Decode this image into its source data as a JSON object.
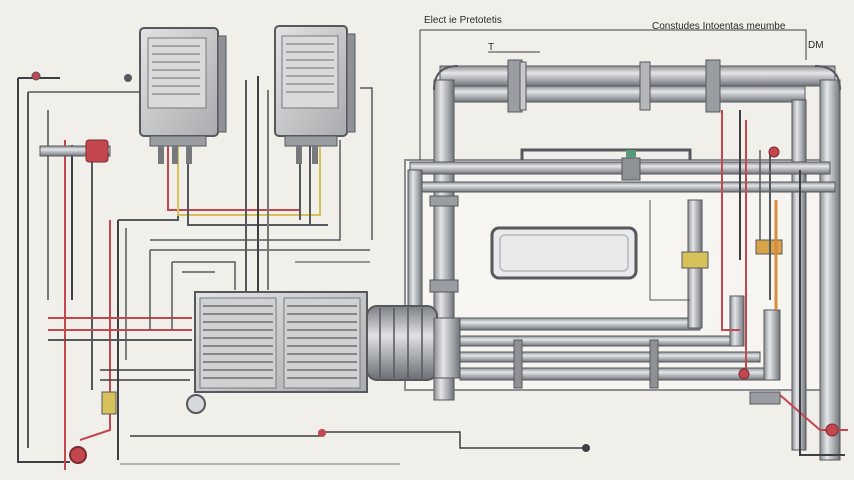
{
  "labels": {
    "top_left": "Elect ie Pretotetis",
    "top_right": "Constudes Intoentas meumbe",
    "top_far_right": "DM",
    "small_marker": "T"
  },
  "colors": {
    "background": "#f1efea",
    "pipe_grey": "#b9bcbf",
    "pipe_dark": "#55585c",
    "wire_red": "#c4464f",
    "wire_yellow": "#d7c25a",
    "wire_orange": "#d98a3a",
    "wire_dark": "#3d3f42"
  },
  "components": [
    "control-panel-left",
    "control-panel-right",
    "air-handling-unit",
    "duct-connector",
    "main-pipe-header",
    "tank-chassis",
    "inspection-window",
    "pump-left",
    "valve-bottom-right"
  ]
}
